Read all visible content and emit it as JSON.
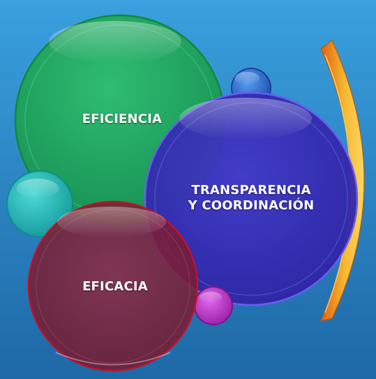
{
  "diagram": {
    "circles": {
      "eficiencia": {
        "label": "EFICIENCIA",
        "color": "#22a455"
      },
      "transparencia": {
        "label": "TRANSPARENCIA\nY COORDINACIÓN",
        "color": "#3a2fb8"
      },
      "eficacia": {
        "label": "EFICACIA",
        "color": "#8a2438"
      }
    },
    "bubbles": {
      "blue": {
        "color": "#2f6fd0"
      },
      "teal": {
        "color": "#22c2c0"
      },
      "magenta": {
        "color": "#c23ad0"
      }
    },
    "bracket": {
      "color": "#f0a020"
    },
    "background": {
      "top": "#3aa0de",
      "bottom": "#1f6aa8"
    }
  }
}
